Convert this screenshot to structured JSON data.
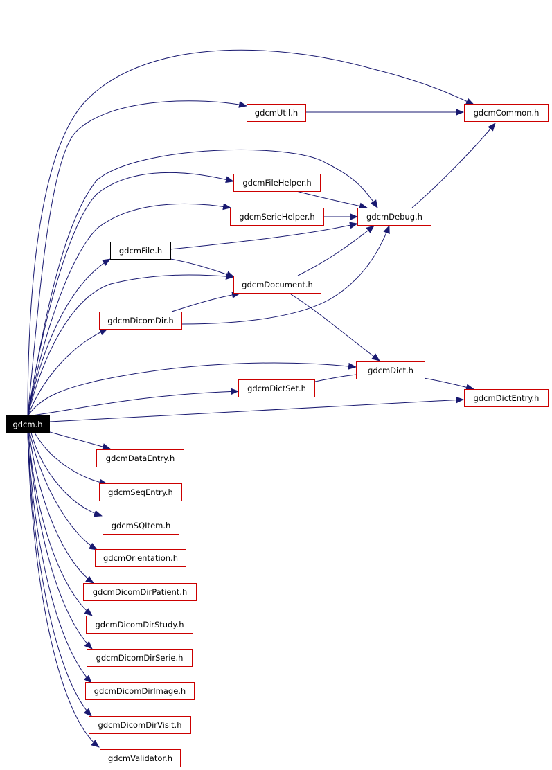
{
  "graph": {
    "root": "gdcm.h",
    "edge_color": "#191970",
    "link_border_color": "#cc0000",
    "nodes": {
      "gdcm": "gdcm.h",
      "util": "gdcmUtil.h",
      "common": "gdcmCommon.h",
      "filehelper": "gdcmFileHelper.h",
      "seriehelper": "gdcmSerieHelper.h",
      "debug": "gdcmDebug.h",
      "file": "gdcmFile.h",
      "document": "gdcmDocument.h",
      "dicomdir": "gdcmDicomDir.h",
      "dict": "gdcmDict.h",
      "dictset": "gdcmDictSet.h",
      "dictentry": "gdcmDictEntry.h",
      "dataentry": "gdcmDataEntry.h",
      "seqentry": "gdcmSeqEntry.h",
      "sqitem": "gdcmSQItem.h",
      "orientation": "gdcmOrientation.h",
      "dirpatient": "gdcmDicomDirPatient.h",
      "dirstudy": "gdcmDicomDirStudy.h",
      "dirserie": "gdcmDicomDirSerie.h",
      "dirimage": "gdcmDicomDirImage.h",
      "dirvisit": "gdcmDicomDirVisit.h",
      "validator": "gdcmValidator.h"
    }
  }
}
